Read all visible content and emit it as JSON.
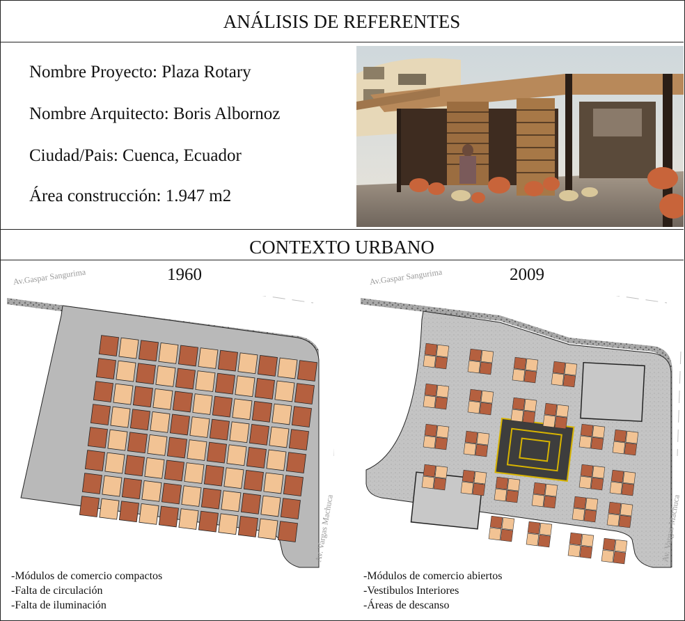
{
  "header": {
    "title": "ANÁLISIS DE REFERENTES"
  },
  "project": {
    "name_line": "Nombre Proyecto: Plaza Rotary",
    "architect_line": "Nombre Arquitecto: Boris Albornoz",
    "city_line": "Ciudad/Pais: Cuenca, Ecuador",
    "area_line": "Área construcción: 1.947 m2"
  },
  "context": {
    "title": "CONTEXTO URBANO",
    "left": {
      "year": "1960",
      "street_top": "Av.Gaspar Sangurima",
      "street_right": "Av. Vargas Machuca",
      "notes": [
        "-Módulos de comercio compactos",
        "-Falta de circulación",
        "-Falta de iluminación"
      ]
    },
    "right": {
      "year": "2009",
      "street_top": "Av.Gaspar Sangurima",
      "street_right": "Av. Vargas Machuca",
      "notes": [
        "-Módulos de comercio abiertos",
        "-Vestibulos Interiores",
        "-Áreas de descanso"
      ]
    }
  },
  "colors": {
    "module_dark": "#b5603f",
    "module_light": "#f2c394",
    "plaza_gray": "#b9b9b9",
    "border_pattern": "#8a8a8a",
    "highlight_yellow": "#d8b400"
  }
}
